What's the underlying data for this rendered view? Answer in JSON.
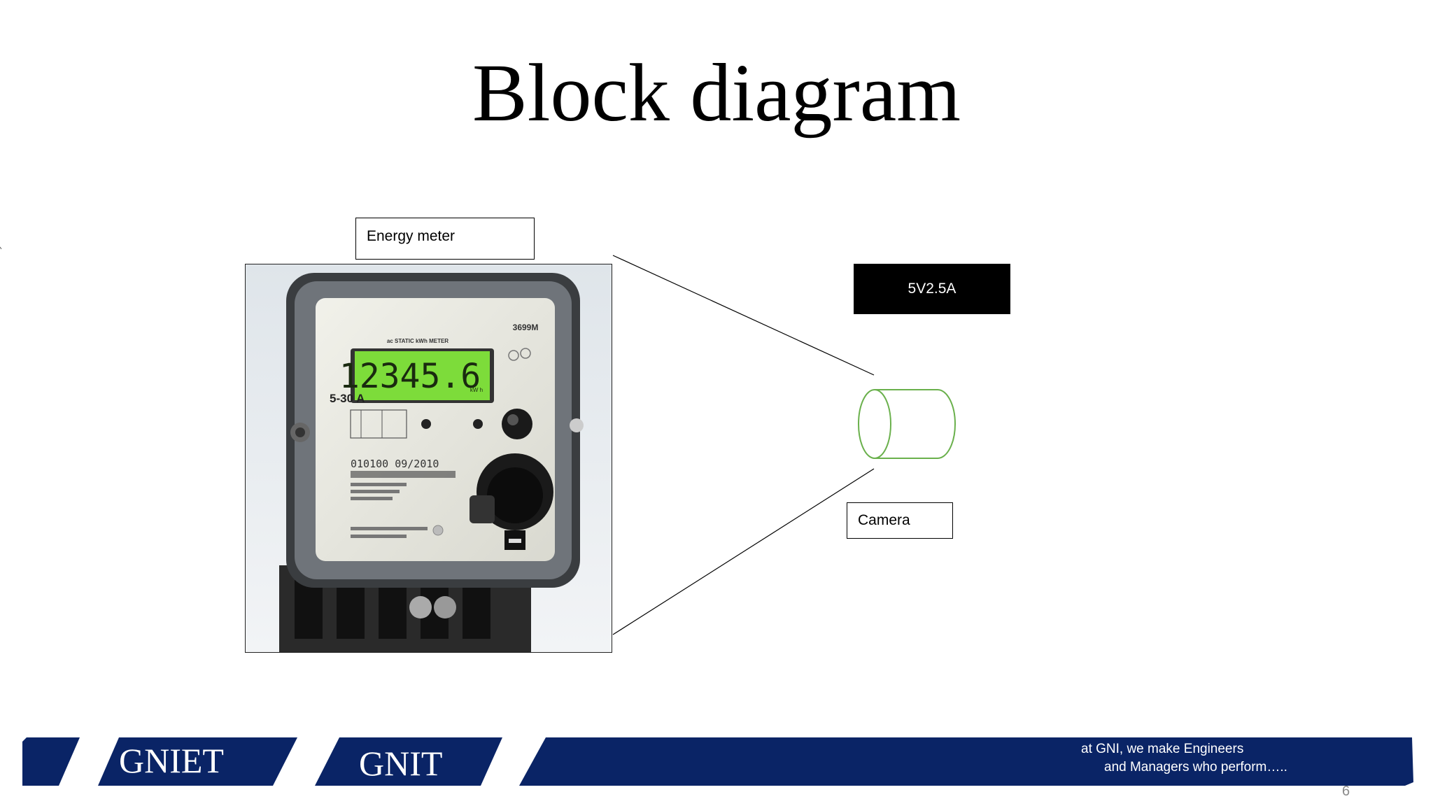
{
  "slide": {
    "title": "Block diagram",
    "page_number": "6"
  },
  "diagram": {
    "energy_meter_label": "Energy meter",
    "power_label": "5V2.5A",
    "camera_label": "Camera"
  },
  "meter_photo": {
    "display_reading": "12345.6",
    "display_unit": "kW h",
    "header_text": "ac STATIC kWh METER",
    "model": "3699M",
    "current_rating": "5-30 A",
    "serial": "010100 09/2010"
  },
  "footer": {
    "brand_1": "GNIET",
    "brand_2": "GNIT",
    "tagline_line1": "at GNI, we make Engineers",
    "tagline_line2": "and Managers who perform….."
  },
  "colors": {
    "footer_navy": "#0a2466",
    "lcd_green": "#7ddc3a",
    "cylinder_stroke": "#6ab04c"
  }
}
